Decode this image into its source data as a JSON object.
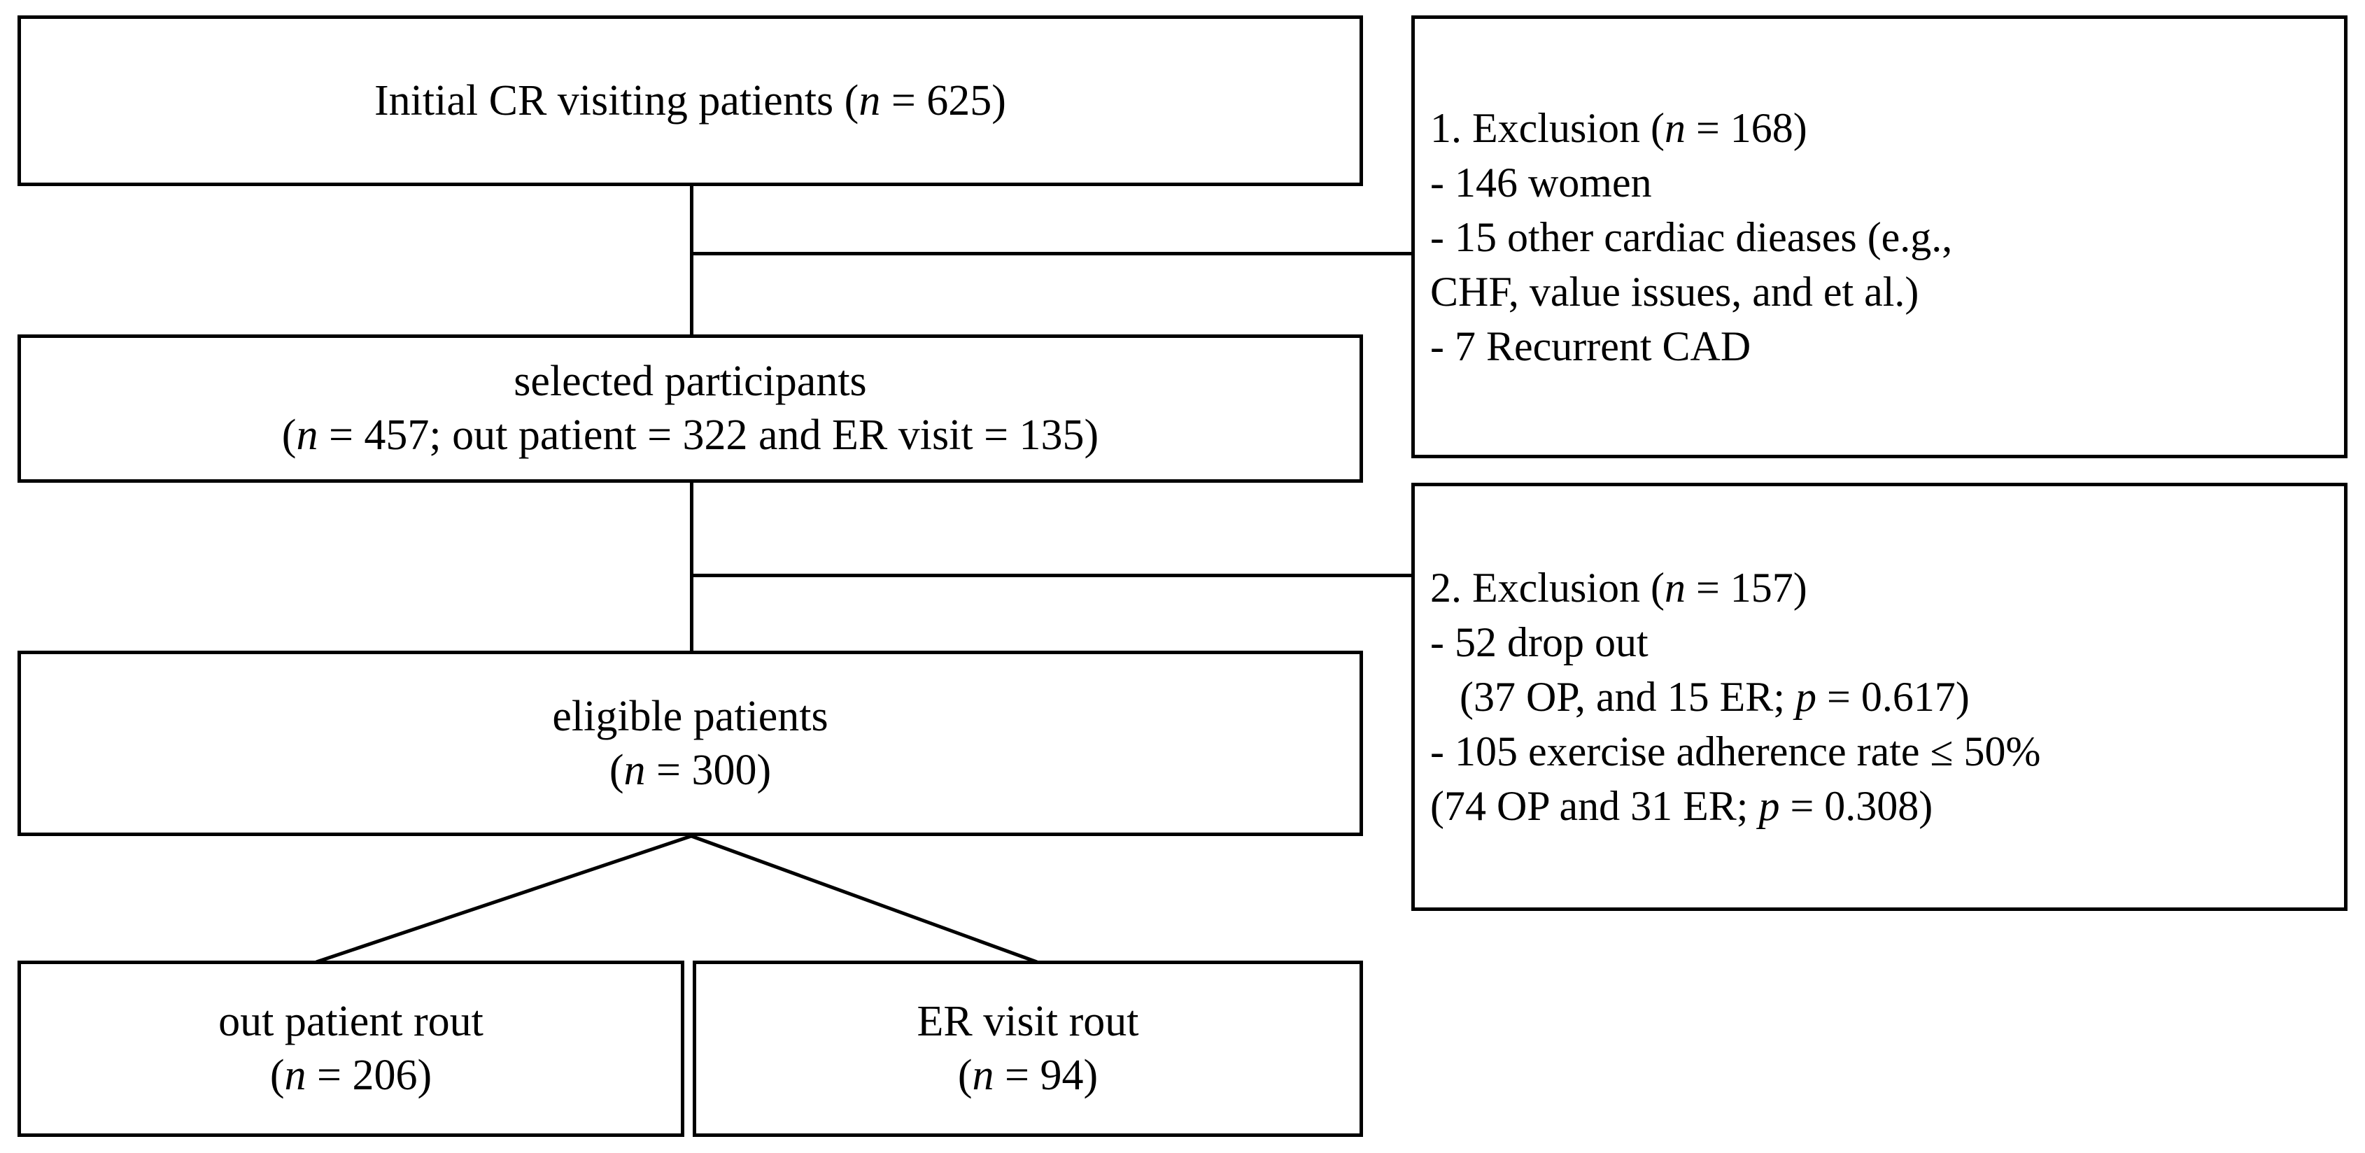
{
  "diagram": {
    "type": "participant-flow-diagram",
    "boxes": {
      "initial": {
        "name": "initial-cr-visiting-patients",
        "lines": [
          {
            "text_before": "Initial CR visiting patients (",
            "italic": "n",
            "text_after": " = 625)"
          }
        ],
        "plain": "Initial CR visiting patients (n = 625)",
        "n": 625
      },
      "selected": {
        "name": "selected-participants",
        "lines": [
          {
            "text_before": "selected participants",
            "italic": "",
            "text_after": ""
          },
          {
            "text_before": "(",
            "italic": "n",
            "text_after": " = 457; out patient = 322 and ER visit = 135)"
          }
        ],
        "plain": "selected participants (n = 457; out patient = 322 and ER visit = 135)",
        "n": 457,
        "out_patient": 322,
        "er_visit": 135
      },
      "eligible": {
        "name": "eligible-patients",
        "lines": [
          {
            "text_before": "eligible patients",
            "italic": "",
            "text_after": ""
          },
          {
            "text_before": "(",
            "italic": "n",
            "text_after": " = 300)"
          }
        ],
        "plain": "eligible patients (n = 300)",
        "n": 300
      },
      "outpatient_rout": {
        "name": "out-patient-rout",
        "lines": [
          {
            "text_before": "out patient rout",
            "italic": "",
            "text_after": ""
          },
          {
            "text_before": "(",
            "italic": "n",
            "text_after": " = 206)"
          }
        ],
        "plain": "out patient rout (n = 206)",
        "n": 206
      },
      "ervisit_rout": {
        "name": "er-visit-rout",
        "lines": [
          {
            "text_before": "ER visit rout",
            "italic": "",
            "text_after": ""
          },
          {
            "text_before": "(",
            "italic": "n",
            "text_after": " = 94)"
          }
        ],
        "plain": "ER visit rout (n = 94)",
        "n": 94
      },
      "exclusion_1": {
        "name": "exclusion-1",
        "lines": [
          {
            "text_before": "1. Exclusion (",
            "italic": "n",
            "text_after": " = 168)",
            "indent": false
          },
          {
            "text_before": "- 146 women",
            "italic": "",
            "text_after": "",
            "indent": false
          },
          {
            "text_before": "- 15 other cardiac dieases (e.g.,",
            "italic": "",
            "text_after": "",
            "indent": false
          },
          {
            "text_before": "CHF, value issues, and et al.)",
            "italic": "",
            "text_after": "",
            "indent": false
          },
          {
            "text_before": "- 7 Recurrent CAD",
            "italic": "",
            "text_after": "",
            "indent": false
          }
        ],
        "plain": "1. Exclusion (n = 168) - 146 women - 15 other cardiac dieases (e.g., CHF, value issues, and et al.) - 7 Recurrent CAD",
        "n": 168,
        "items": [
          {
            "count": 146,
            "reason": "women"
          },
          {
            "count": 15,
            "reason": "other cardiac dieases (e.g., CHF, value issues, and et al.)"
          },
          {
            "count": 7,
            "reason": "Recurrent CAD"
          }
        ]
      },
      "exclusion_2": {
        "name": "exclusion-2",
        "lines": [
          {
            "text_before": "2. Exclusion (",
            "italic": "n",
            "text_after": " = 157)",
            "indent": false
          },
          {
            "text_before": "- 52 drop out",
            "italic": "",
            "text_after": "",
            "indent": false
          },
          {
            "text_before": "(37 OP, and 15 ER; ",
            "italic": "p",
            "text_after": " = 0.617)",
            "indent": true
          },
          {
            "text_before": "- 105 exercise adherence rate ≤ 50%",
            "italic": "",
            "text_after": "",
            "indent": false
          },
          {
            "text_before": "(74 OP and 31 ER; ",
            "italic": "p",
            "text_after": " = 0.308)",
            "indent": false
          }
        ],
        "plain": "2. Exclusion (n = 157) - 52 drop out (37 OP, and 15 ER; p = 0.617) - 105 exercise adherence rate ≤ 50% (74 OP and 31 ER; p = 0.308)",
        "n": 157,
        "items": [
          {
            "count": 52,
            "reason": "drop out",
            "detail": "37 OP, and 15 ER; p = 0.617",
            "p": 0.617
          },
          {
            "count": 105,
            "reason": "exercise adherence rate ≤ 50%",
            "detail": "74 OP and 31 ER; p = 0.308",
            "p": 0.308
          }
        ]
      }
    },
    "connectors": [
      {
        "name": "initial-to-selected",
        "kind": "vertical"
      },
      {
        "name": "initial-to-exclusion-1",
        "kind": "horizontal"
      },
      {
        "name": "selected-to-eligible",
        "kind": "vertical"
      },
      {
        "name": "selected-to-exclusion-2",
        "kind": "horizontal"
      },
      {
        "name": "eligible-split-left",
        "kind": "diagonal"
      },
      {
        "name": "eligible-split-right",
        "kind": "diagonal"
      }
    ],
    "colors": {
      "stroke": "#000000",
      "background": "#ffffff",
      "text": "#000000"
    }
  }
}
